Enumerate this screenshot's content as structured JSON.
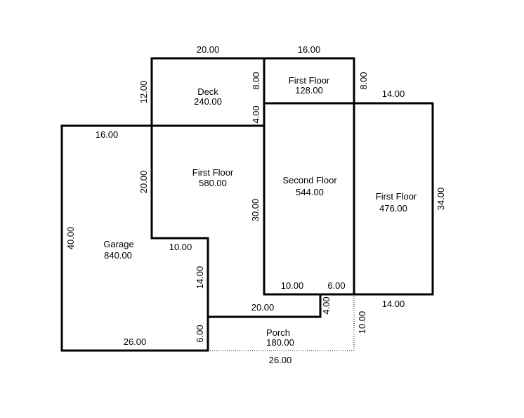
{
  "rooms": {
    "deck": {
      "name": "Deck",
      "area": "240.00"
    },
    "first_floor_top": {
      "name": "First Floor",
      "area": "128.00"
    },
    "first_floor_main": {
      "name": "First Floor",
      "area": "580.00"
    },
    "second_floor": {
      "name": "Second Floor",
      "area": "544.00"
    },
    "first_floor_right": {
      "name": "First Floor",
      "area": "476.00"
    },
    "garage": {
      "name": "Garage",
      "area": "840.00"
    },
    "porch": {
      "name": "Porch",
      "area": "180.00"
    }
  },
  "dimensions": {
    "deck_top": "20.00",
    "first_floor_top_width": "16.00",
    "deck_left": "12.00",
    "deck_right": "8.00",
    "first_floor_top_right": "8.00",
    "right_wing_top": "14.00",
    "deck_step": "4.00",
    "garage_top": "16.00",
    "first_floor_left": "20.00",
    "second_floor_left": "30.00",
    "right_wing_height": "34.00",
    "garage_height": "40.00",
    "garage_notch": "10.00",
    "garage_right": "14.00",
    "second_floor_bottom_left": "10.00",
    "second_floor_bottom_right": "6.00",
    "right_wing_bottom": "14.00",
    "porch_step": "4.00",
    "porch_top": "20.00",
    "porch_right": "10.00",
    "garage_bottom_right": "6.00",
    "garage_bottom": "26.00",
    "porch_bottom": "26.00"
  }
}
